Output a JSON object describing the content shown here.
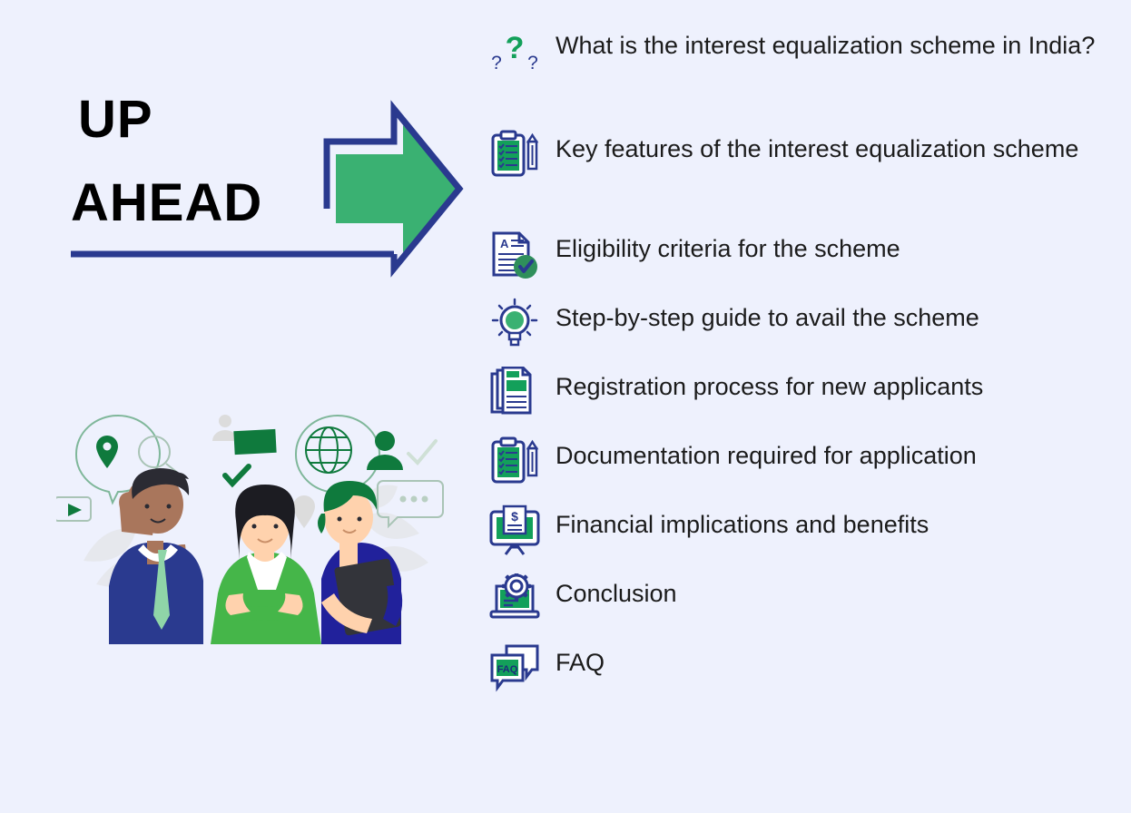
{
  "colors": {
    "background": "#eef1fd",
    "navy": "#2a3a8f",
    "green": "#3ab172",
    "green_dark": "#13a05a",
    "green_deep": "#0f7a3d",
    "text": "#1b1b1b"
  },
  "heading": {
    "line1": "UP",
    "line2": "AHEAD",
    "arrow_icon": "right-arrow-icon",
    "rule_icon": "baseline-rule"
  },
  "illustration": {
    "name": "team-people-illustration",
    "elements": [
      "location-pin-bubble-icon",
      "search-icon",
      "green-rectangle-icon",
      "globe-bubble-icon",
      "user-avatar-icon",
      "check-icon",
      "play-button-icon",
      "chat-dots-bubble-icon",
      "person-waving",
      "person-arms-crossed",
      "person-holding-tablet"
    ]
  },
  "list": {
    "items": [
      {
        "icon": "question-marks-icon",
        "label": "What is the interest equalization scheme in India?"
      },
      {
        "icon": "clipboard-pencil-icon",
        "label": "Key features of the interest equalization scheme"
      },
      {
        "icon": "document-check-icon",
        "label": "Eligibility criteria for the scheme"
      },
      {
        "icon": "lightbulb-icon",
        "label": "Step-by-step guide to avail the scheme"
      },
      {
        "icon": "documents-stack-icon",
        "label": "Registration process for new applicants"
      },
      {
        "icon": "clipboard-pencil-icon",
        "label": "Documentation required for application"
      },
      {
        "icon": "monitor-invoice-icon",
        "label": "Financial implications and benefits"
      },
      {
        "icon": "laptop-gear-icon",
        "label": "Conclusion"
      },
      {
        "icon": "faq-chat-icon",
        "label": "FAQ"
      }
    ]
  }
}
